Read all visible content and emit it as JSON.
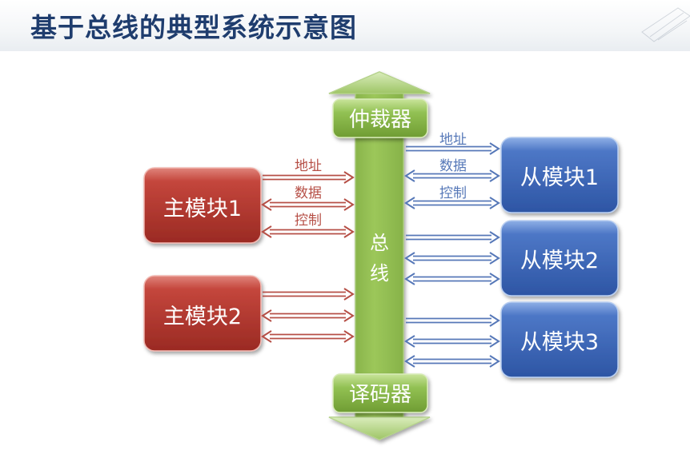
{
  "title": "基于总线的典型系统示意图",
  "bus": {
    "label_line1": "总",
    "label_line2": "线",
    "arbiter": "仲裁器",
    "decoder": "译码器"
  },
  "masters": [
    {
      "label": "主模块1"
    },
    {
      "label": "主模块2"
    }
  ],
  "slaves": [
    {
      "label": "从模块1"
    },
    {
      "label": "从模块2"
    },
    {
      "label": "从模块3"
    }
  ],
  "signal_labels": {
    "address": "地址",
    "data": "数据",
    "control": "控制"
  },
  "colors": {
    "title": "#1f3d6e",
    "master_box": "#b2332c",
    "slave_box": "#3b64b5",
    "bus_bar": "#8cb848",
    "master_arrow": "#b64f46",
    "slave_arrow": "#5678b8"
  }
}
